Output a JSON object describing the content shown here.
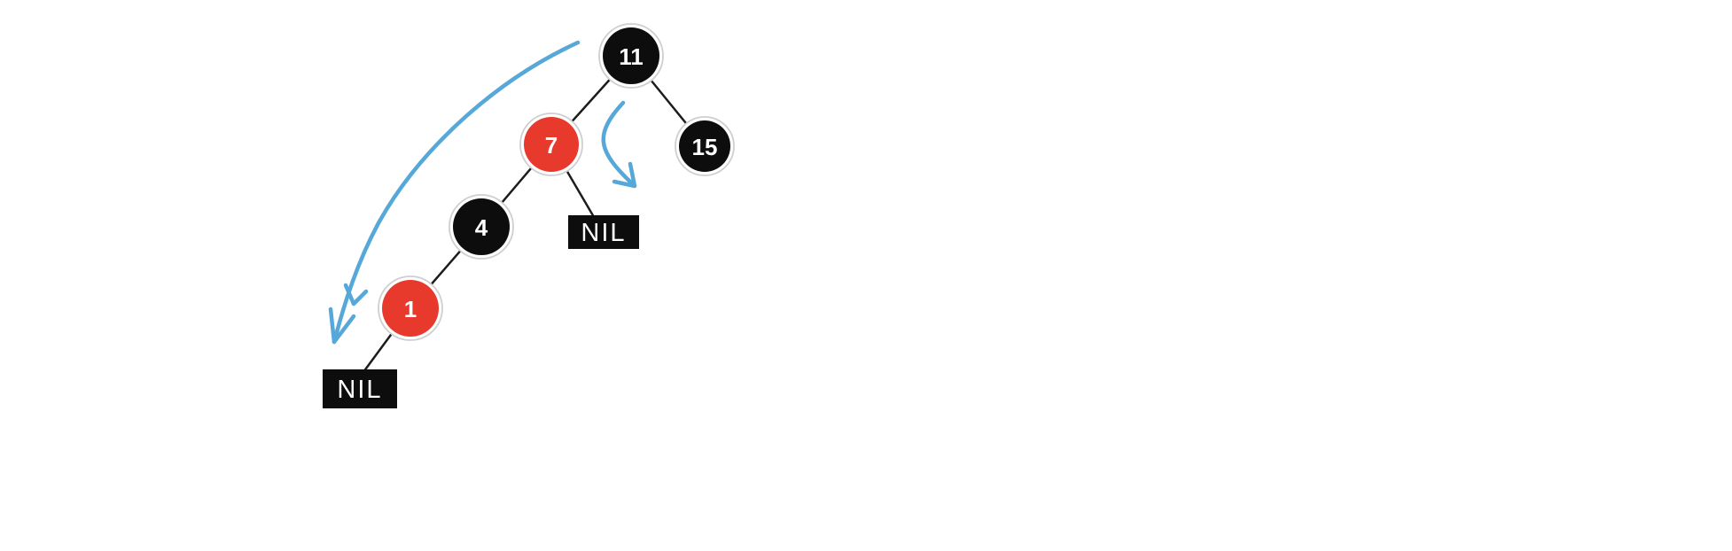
{
  "diagram": {
    "type": "red-black-tree",
    "background": "#ffffff",
    "colors": {
      "edge": "#1c1c1c",
      "node_black": "#0d0d0d",
      "node_red": "#e8392d",
      "node_text": "#ffffff",
      "node_ring": "#cfcfcf",
      "annotation_blue": "#56a8d8"
    },
    "nodes": {
      "n11": {
        "label": "11",
        "fill": "#0d0d0d"
      },
      "n7": {
        "label": "7",
        "fill": "#e8392d"
      },
      "n15": {
        "label": "15",
        "fill": "#0d0d0d"
      },
      "n4": {
        "label": "4",
        "fill": "#0d0d0d"
      },
      "n1": {
        "label": "1",
        "fill": "#e8392d"
      },
      "nil_right_of_7": {
        "label": "NIL",
        "fill": "#0d0d0d"
      },
      "nil_left_of_1": {
        "label": "NIL",
        "fill": "#0d0d0d"
      }
    },
    "edges": [
      {
        "from": "11",
        "to": "7"
      },
      {
        "from": "11",
        "to": "15"
      },
      {
        "from": "7",
        "to": "4"
      },
      {
        "from": "7",
        "to": "NIL"
      },
      {
        "from": "4",
        "to": "1"
      },
      {
        "from": "1",
        "to": "NIL"
      }
    ],
    "annotations": [
      {
        "name": "long-curved-arrow"
      },
      {
        "name": "short-bent-arrow"
      }
    ]
  }
}
